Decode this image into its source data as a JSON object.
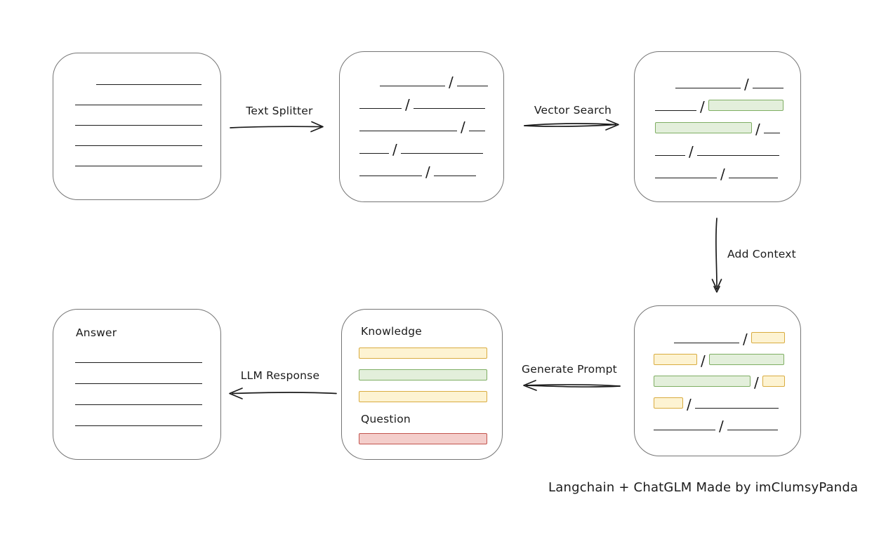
{
  "caption": "Langchain + ChatGLM Made by imClumsyPanda",
  "colors": {
    "stroke": "#1b1b1b",
    "box_border": "#757575",
    "green_fill": "#e3efdb",
    "green_border": "#7fae63",
    "yellow_fill": "#fdf3d2",
    "yellow_border": "#d9ac40",
    "red_fill": "#f4cecb",
    "red_border": "#c2544e"
  },
  "arrows": {
    "text_splitter": {
      "label": "Text Splitter",
      "direction": "right"
    },
    "vector_search": {
      "label": "Vector Search",
      "direction": "right"
    },
    "add_context": {
      "label": "Add Context",
      "direction": "down"
    },
    "generate_prompt": {
      "label": "Generate Prompt",
      "direction": "left"
    },
    "llm_response": {
      "label": "LLM Response",
      "direction": "left"
    }
  },
  "boxes": {
    "document": {
      "rows": [
        {
          "indent": 30,
          "segs": [
            {
              "t": "line",
              "w": 150
            }
          ]
        },
        {
          "segs": [
            {
              "t": "line",
              "w": 181
            }
          ]
        },
        {
          "segs": [
            {
              "t": "line",
              "w": 181
            }
          ]
        },
        {
          "segs": [
            {
              "t": "line",
              "w": 181
            }
          ]
        },
        {
          "segs": [
            {
              "t": "line",
              "w": 181
            }
          ]
        }
      ]
    },
    "chunks": {
      "rows": [
        {
          "indent": 29,
          "segs": [
            {
              "t": "line",
              "w": 93
            },
            {
              "t": "line",
              "w": 44
            }
          ]
        },
        {
          "segs": [
            {
              "t": "line",
              "w": 60
            },
            {
              "t": "line",
              "w": 102
            }
          ]
        },
        {
          "segs": [
            {
              "t": "line",
              "w": 139
            },
            {
              "t": "line",
              "w": 23
            }
          ]
        },
        {
          "segs": [
            {
              "t": "line",
              "w": 42
            },
            {
              "t": "line",
              "w": 117
            }
          ]
        },
        {
          "segs": [
            {
              "t": "line",
              "w": 89
            },
            {
              "t": "line",
              "w": 60
            }
          ]
        }
      ]
    },
    "vector_matches": {
      "rows": [
        {
          "indent": 29,
          "segs": [
            {
              "t": "line",
              "w": 93
            },
            {
              "t": "line",
              "w": 44
            }
          ]
        },
        {
          "segs": [
            {
              "t": "line",
              "w": 59
            },
            {
              "t": "green",
              "w": 107
            }
          ]
        },
        {
          "segs": [
            {
              "t": "green",
              "w": 138
            },
            {
              "t": "line",
              "w": 23
            }
          ]
        },
        {
          "segs": [
            {
              "t": "line",
              "w": 43
            },
            {
              "t": "line",
              "w": 117
            }
          ]
        },
        {
          "segs": [
            {
              "t": "line",
              "w": 88
            },
            {
              "t": "line",
              "w": 70
            }
          ]
        }
      ]
    },
    "context": {
      "rows": [
        {
          "indent": 29,
          "segs": [
            {
              "t": "line",
              "w": 93
            },
            {
              "t": "yellow",
              "w": 48
            }
          ]
        },
        {
          "segs": [
            {
              "t": "yellow",
              "w": 62
            },
            {
              "t": "green",
              "w": 107
            }
          ]
        },
        {
          "segs": [
            {
              "t": "green",
              "w": 138
            },
            {
              "t": "yellow",
              "w": 32
            }
          ]
        },
        {
          "segs": [
            {
              "t": "yellow",
              "w": 42
            },
            {
              "t": "line",
              "w": 119
            }
          ]
        },
        {
          "segs": [
            {
              "t": "line",
              "w": 88
            },
            {
              "t": "line",
              "w": 72
            }
          ]
        }
      ]
    },
    "prompt_knowledge": {
      "label": "Knowledge",
      "rows": [
        {
          "segs": [
            {
              "t": "yellow",
              "w": 183
            }
          ]
        },
        {
          "segs": [
            {
              "t": "green",
              "w": 183
            }
          ]
        },
        {
          "segs": [
            {
              "t": "yellow",
              "w": 183
            }
          ]
        }
      ]
    },
    "prompt_question": {
      "label": "Question",
      "rows": [
        {
          "segs": [
            {
              "t": "red",
              "w": 183
            }
          ]
        }
      ]
    },
    "answer": {
      "label": "Answer",
      "rows": [
        {
          "segs": [
            {
              "t": "line",
              "w": 181
            }
          ]
        },
        {
          "segs": [
            {
              "t": "line",
              "w": 181
            }
          ]
        },
        {
          "segs": [
            {
              "t": "line",
              "w": 181
            }
          ]
        },
        {
          "segs": [
            {
              "t": "line",
              "w": 181
            }
          ]
        }
      ]
    }
  }
}
